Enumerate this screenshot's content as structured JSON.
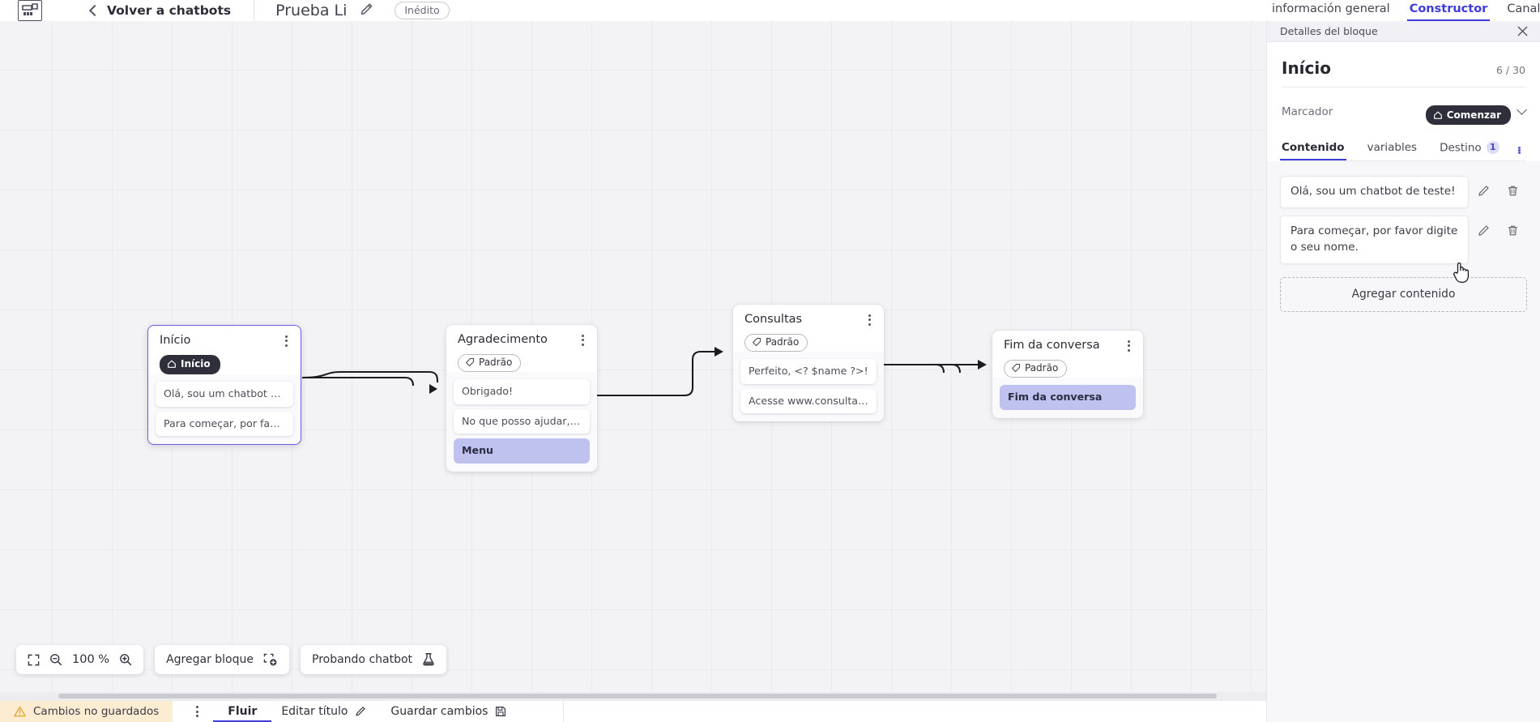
{
  "topbar": {
    "logo_icon": "flow-logo-icon",
    "back_label": "Volver a chatbots",
    "bot_name": "Prueba Li",
    "edit_icon": "pencil-icon",
    "status_pill": "Inédito"
  },
  "right_tabs": [
    {
      "label": "información general",
      "active": false
    },
    {
      "label": "Constructor",
      "active": true
    },
    {
      "label": "Canales",
      "active": false
    }
  ],
  "canvas": {
    "zoom_label": "100 %",
    "fit_icon": "fit-screen-icon",
    "zoom_out_icon": "zoom-out-icon",
    "zoom_in_icon": "zoom-in-icon",
    "add_block_label": "Agregar bloque",
    "add_block_icon": "add-block-icon",
    "test_chatbot_label": "Probando chatbot",
    "test_chatbot_icon": "flask-icon",
    "nodes": [
      {
        "id": "inicio",
        "title": "Início",
        "tag": "Início",
        "tag_style": "dark",
        "tag_icon": "home-icon",
        "selected": true,
        "messages": [
          {
            "text": "Olá, sou um chatbot de teste!",
            "accent": false
          },
          {
            "text": "Para começar, por favor digite o ...",
            "accent": false
          }
        ]
      },
      {
        "id": "agradecimento",
        "title": "Agradecimento",
        "tag": "Padrão",
        "tag_style": "outline",
        "tag_icon": "tag-icon",
        "selected": false,
        "messages": [
          {
            "text": "Obrigado!",
            "accent": false
          },
          {
            "text": "No que posso ajudar, <? $name ...",
            "accent": false
          },
          {
            "text": "Menu",
            "accent": true
          }
        ]
      },
      {
        "id": "consultas",
        "title": "Consultas",
        "tag": "Padrão",
        "tag_style": "outline",
        "tag_icon": "tag-icon",
        "selected": false,
        "messages": [
          {
            "text": "Perfeito, <? $name ?>!",
            "accent": false
          },
          {
            "text": "Acesse www.consultas.com par...",
            "accent": false
          }
        ]
      },
      {
        "id": "fim",
        "title": "Fim da conversa",
        "tag": "Padrão",
        "tag_style": "outline",
        "tag_icon": "tag-icon",
        "selected": false,
        "messages": [
          {
            "text": "Fim da conversa",
            "accent": true
          }
        ]
      }
    ]
  },
  "statusbar": {
    "unsaved_label": "Cambios no guardados",
    "warning_icon": "warning-triangle-icon",
    "kebab_icon": "kebab-menu-icon",
    "flow_label": "Fluir",
    "edit_title_label": "Editar título",
    "edit_title_icon": "pencil-icon",
    "save_label": "Guardar cambios",
    "save_icon": "save-disk-icon"
  },
  "panel": {
    "header_title": "Detalles del bloque",
    "close_icon": "close-icon",
    "block_title": "Início",
    "counter": "6 / 30",
    "marker_label": "Marcador",
    "marker_value": "Comenzar",
    "marker_icon": "home-icon",
    "marker_chevron_icon": "chevron-down-icon",
    "tabs": [
      {
        "label": "Contenido",
        "active": true,
        "badge": null
      },
      {
        "label": "variables",
        "active": false,
        "badge": null
      },
      {
        "label": "Destino",
        "active": false,
        "badge": "1"
      }
    ],
    "tabs_kebab_icon": "kebab-menu-icon",
    "contents": [
      {
        "text": "Olá, sou um chatbot de teste!",
        "edit_icon": "pencil-icon",
        "delete_icon": "trash-icon"
      },
      {
        "text": "Para começar, por favor digite o seu nome.",
        "edit_icon": "pencil-icon",
        "delete_icon": "trash-icon"
      }
    ],
    "add_content_label": "Agregar contenido"
  },
  "colors": {
    "accent": "#3d3ddb",
    "node_accent_bg": "#bfc2ee",
    "dark_tag": "#2f2f3c",
    "unsaved_bg": "#fcecd2"
  }
}
